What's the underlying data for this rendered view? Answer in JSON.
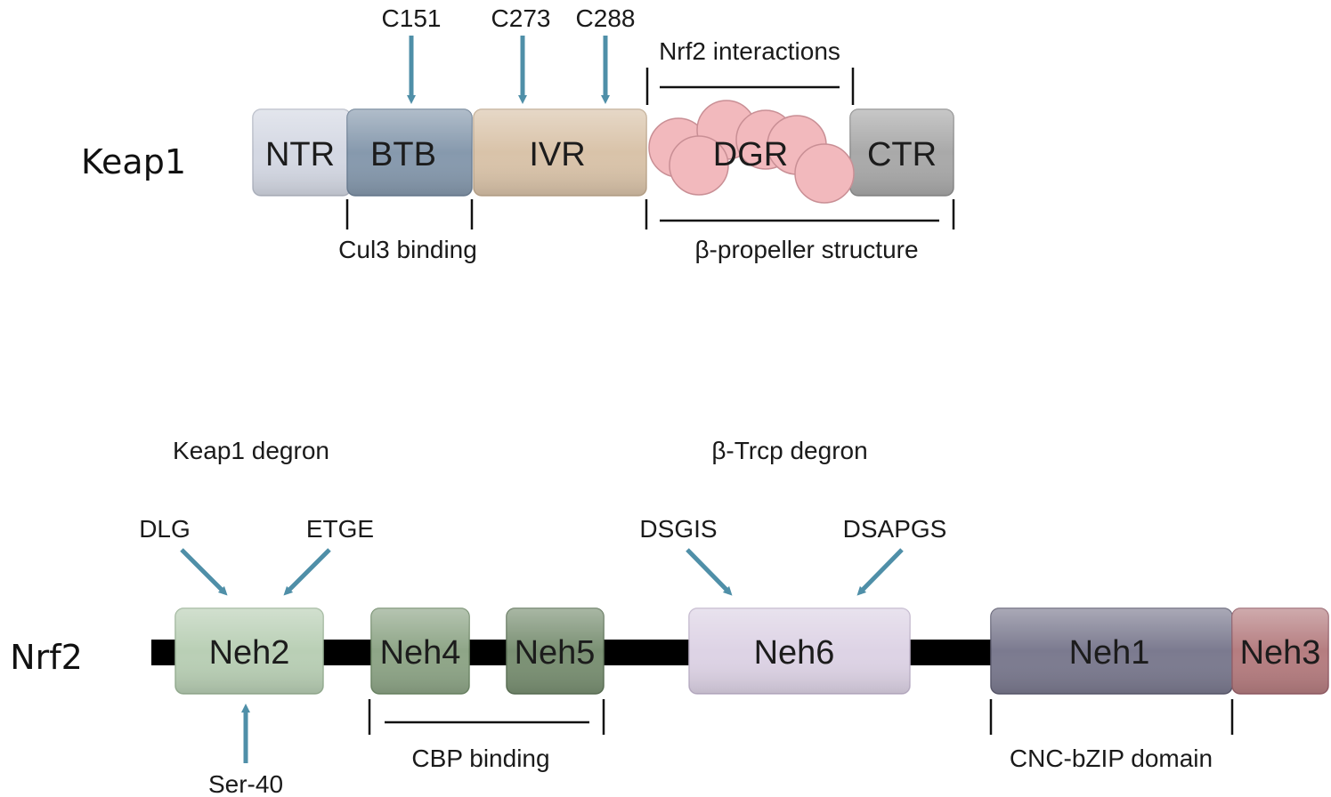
{
  "keap1": {
    "name": "Keap1",
    "domains": [
      {
        "label": "NTR",
        "color": "#d4d8e3"
      },
      {
        "label": "BTB",
        "color": "#8699ad"
      },
      {
        "label": "IVR",
        "color": "#d9c3a9"
      },
      {
        "label": "DGR",
        "color": "#f2b9bd"
      },
      {
        "label": "CTR",
        "color": "#a9a9a9"
      }
    ],
    "cysteines": [
      "C151",
      "C273",
      "C288"
    ],
    "nrf2_interactions": "Nrf2 interactions",
    "cul3_binding": "Cul3 binding",
    "beta_propeller": "β-propeller structure"
  },
  "nrf2": {
    "name": "Nrf2",
    "domains": [
      {
        "label": "Neh2",
        "color": "#b9cfb5"
      },
      {
        "label": "Neh4",
        "color": "#8ea587"
      },
      {
        "label": "Neh5",
        "color": "#7a9073"
      },
      {
        "label": "Neh6",
        "color": "#ddd3e5"
      },
      {
        "label": "Neh1",
        "color": "#7b7a8f"
      },
      {
        "label": "Neh3",
        "color": "#b57d80"
      }
    ],
    "keap1_degron": "Keap1 degron",
    "btrcp_degron": "β-Trcp degron",
    "motifs": [
      "DLG",
      "ETGE",
      "DSGIS",
      "DSAPGS"
    ],
    "phospho_site": "Ser-40",
    "cbp_binding": "CBP binding",
    "cnc_bzip": "CNC-bZIP domain"
  },
  "colors": {
    "arrow": "#4f8fa8",
    "backbone": "#000000",
    "bracket": "#111111"
  }
}
